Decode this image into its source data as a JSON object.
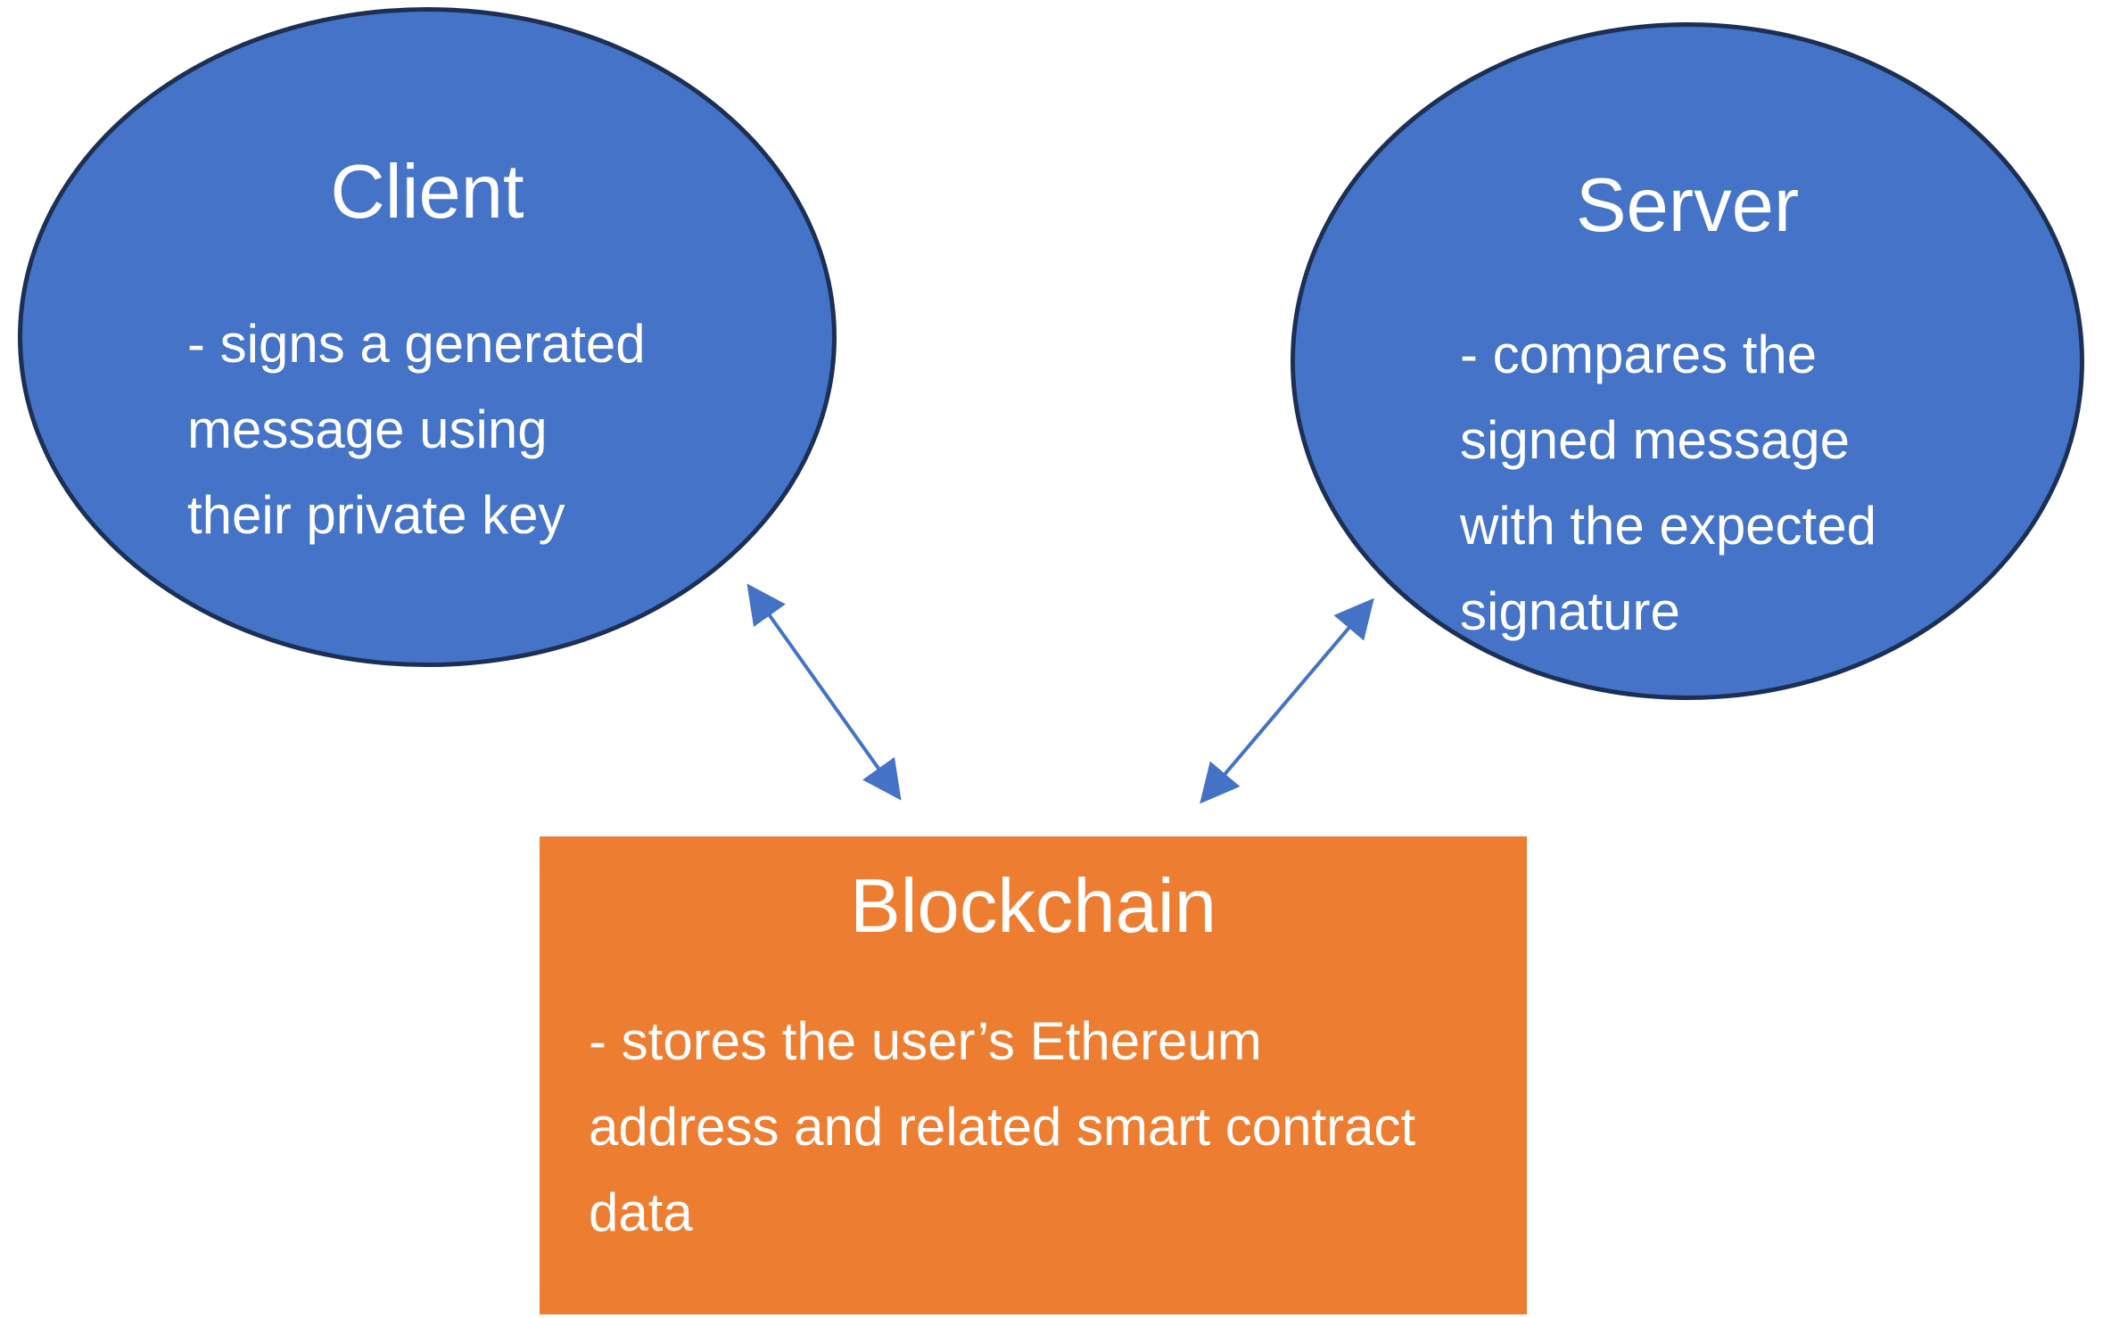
{
  "diagram": {
    "background": "#FFFFFF",
    "nodes": {
      "client": {
        "shape": "ellipse",
        "title": "Client",
        "lines": [
          "- signs a generated",
          "message using",
          "their private key"
        ],
        "fill": "#4473C7",
        "border_color": "#1C2F54",
        "text_color": "#FFFFFF"
      },
      "server": {
        "shape": "ellipse",
        "title": "Server",
        "lines": [
          "- compares the",
          "signed message",
          "with the expected",
          "signature"
        ],
        "fill": "#4473C7",
        "border_color": "#1C2F54",
        "text_color": "#FFFFFF"
      },
      "blockchain": {
        "shape": "rectangle",
        "title": "Blockchain",
        "lines": [
          "- stores the user’s Ethereum",
          "address and related smart contract",
          "data"
        ],
        "fill": "#ED7D31",
        "border_color": "none",
        "text_color": "#FFFFFF"
      }
    },
    "edges": [
      {
        "from": "client",
        "to": "blockchain",
        "style": "double-headed-arrow",
        "color": "#4472C4"
      },
      {
        "from": "blockchain",
        "to": "server",
        "style": "double-headed-arrow",
        "color": "#4472C4"
      }
    ]
  }
}
